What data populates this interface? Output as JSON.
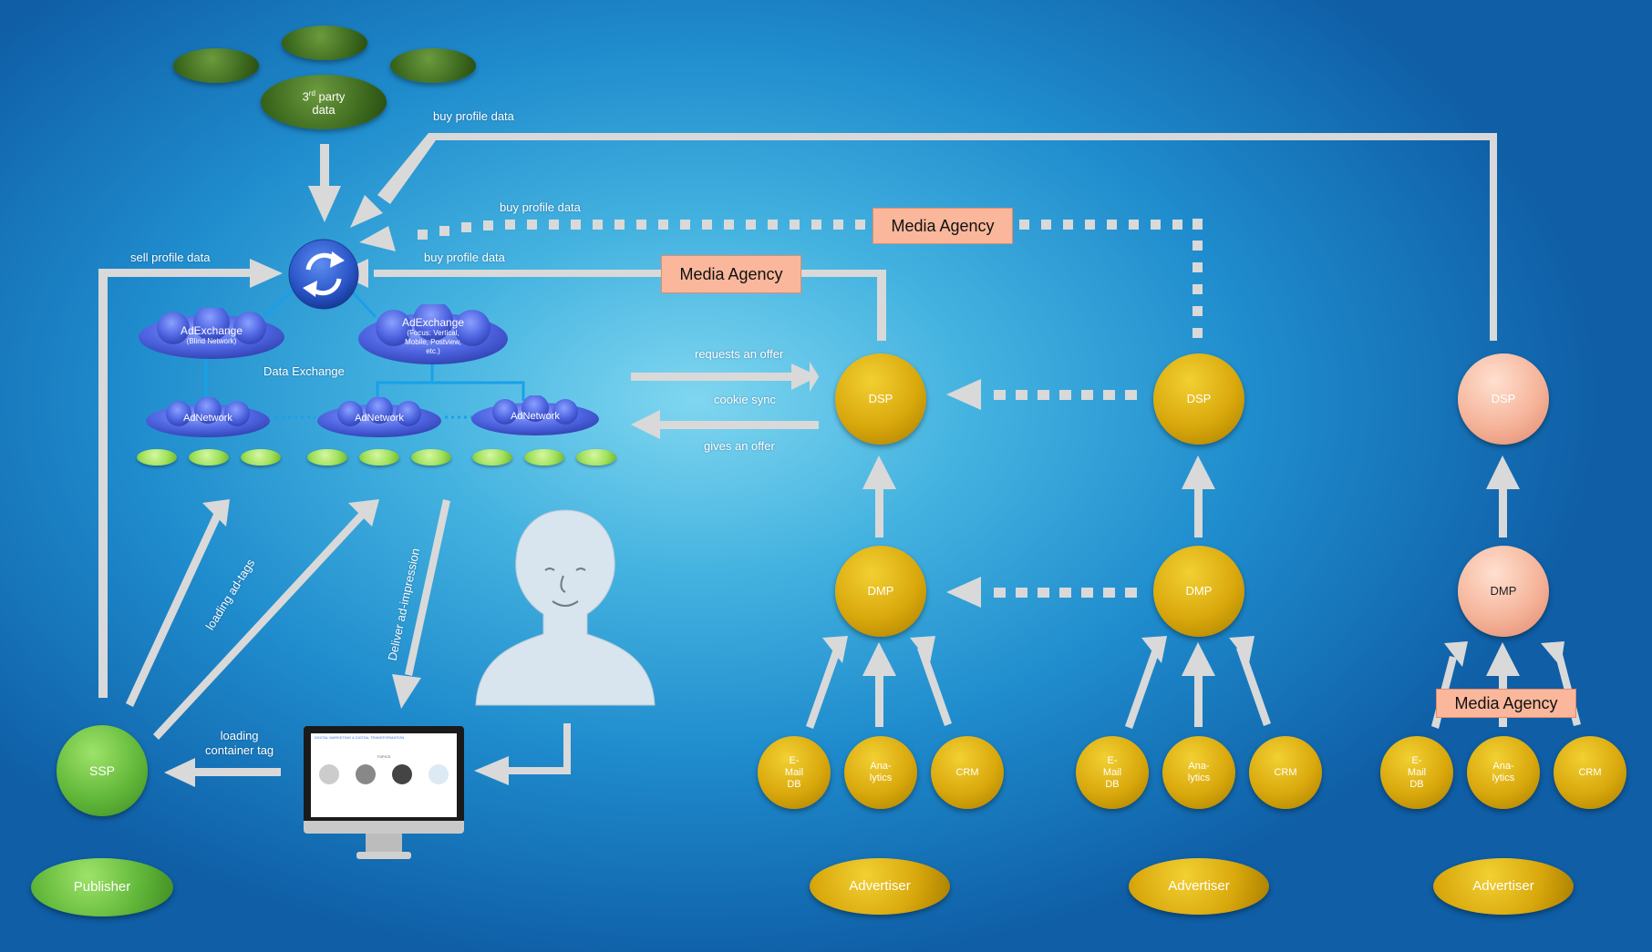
{
  "labels": {
    "buy_profile_data_top": "buy profile data",
    "buy_profile_data_mid": "buy profile data",
    "buy_profile_data_low": "buy profile data",
    "sell_profile_data": "sell profile data",
    "requests_offer": "requests an offer",
    "cookie_sync": "cookie sync",
    "gives_offer": "gives an offer",
    "loading_ad_tags": "loading ad-tags",
    "deliver_ad_impression": "Deliver ad-impression",
    "loading_container_tag": "loading\ncontainer tag",
    "data_exchange": "Data Exchange"
  },
  "third_party": {
    "label_main": "3",
    "label_sup": "rd",
    "label_rest": " party\ndata"
  },
  "clouds": {
    "adexchange_blind": {
      "title": "AdExchange",
      "sub": "(Blind Network)"
    },
    "adexchange_focus": {
      "title": "AdExchange",
      "sub": "(Focus: Vertical,\nMobile, Postview,\netc.)"
    },
    "adnetwork": "AdNetwork"
  },
  "media_agency": "Media Agency",
  "columns": [
    {
      "dsp": "DSP",
      "dmp": "DMP",
      "sources": [
        "E-\nMail\nDB",
        "Ana-\nlytics",
        "CRM"
      ],
      "owner": "Advertiser",
      "style": "gold"
    },
    {
      "dsp": "DSP",
      "dmp": "DMP",
      "sources": [
        "E-\nMail\nDB",
        "Ana-\nlytics",
        "CRM"
      ],
      "owner": "Advertiser",
      "style": "gold"
    },
    {
      "dsp": "DSP",
      "dmp": "DMP",
      "sources": [
        "E-\nMail\nDB",
        "Ana-\nlytics",
        "CRM"
      ],
      "owner": "Advertiser",
      "style": "pink"
    }
  ],
  "ssp": "SSP",
  "publisher": "Publisher",
  "monitor": {
    "header": "DIGITAL MARKETING & DIGITAL TRANSFORMATION",
    "topics": "TOPICS"
  },
  "colors": {
    "arrow": "#d9d9d9",
    "agency": "#fab79b",
    "hub": "#2a5fd0",
    "line": "#1aa0e8"
  }
}
